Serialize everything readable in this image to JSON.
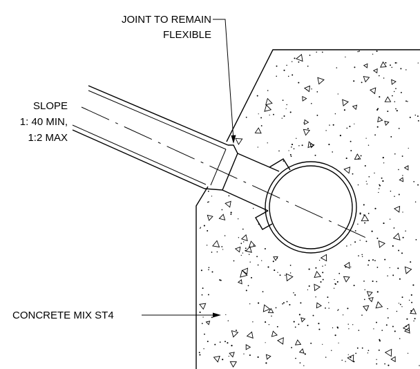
{
  "labels": {
    "joint_line1": "JOINT TO REMAIN",
    "joint_line2": "FLEXIBLE",
    "slope_line1": "SLOPE",
    "slope_line2": "1: 40 MIN,",
    "slope_line3": "1:2 MAX",
    "concrete": "CONCRETE MIX ST4"
  },
  "colors": {
    "ink": "#000000",
    "paper": "#ffffff"
  }
}
